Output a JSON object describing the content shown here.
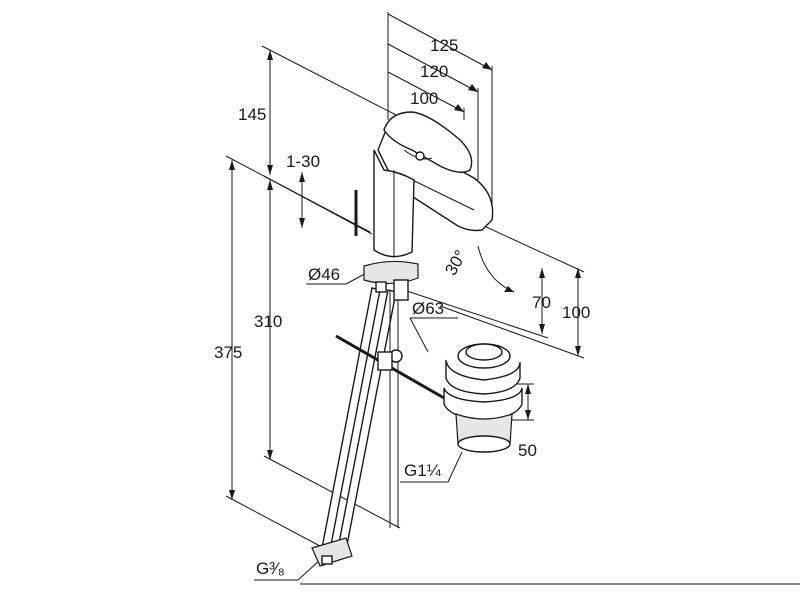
{
  "dimensions": {
    "d125": "125",
    "d120": "120",
    "d100_top": "100",
    "d145": "145",
    "d1_30": "1-30",
    "d30deg": "30°",
    "d70": "70",
    "d100_right": "100",
    "d46": "Ø46",
    "d63": "Ø63",
    "d310": "310",
    "d375": "375",
    "d50": "50",
    "g114": "G1¼",
    "g38": "G³⁄₈"
  }
}
